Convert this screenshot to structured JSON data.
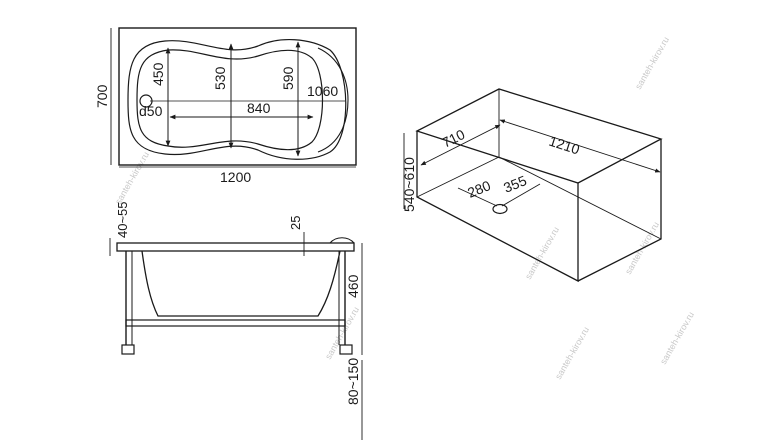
{
  "top_view": {
    "dims": {
      "height": "700",
      "width": "1200",
      "drain_d": "d50",
      "w450": "450",
      "w530": "530",
      "w590": "590",
      "len840": "840",
      "len1060": "1060"
    }
  },
  "side_view": {
    "dims": {
      "rim": "40~55",
      "deck": "25",
      "depth": "460",
      "legs": "80~150"
    }
  },
  "box_view": {
    "dims": {
      "height": "540~610",
      "width": "710",
      "length": "1210",
      "drain_x": "280",
      "drain_y": "355"
    }
  },
  "watermark": "santeh-kirov.ru",
  "colors": {
    "line": "#1a1a1a",
    "watermark": "#c9c9c9"
  }
}
